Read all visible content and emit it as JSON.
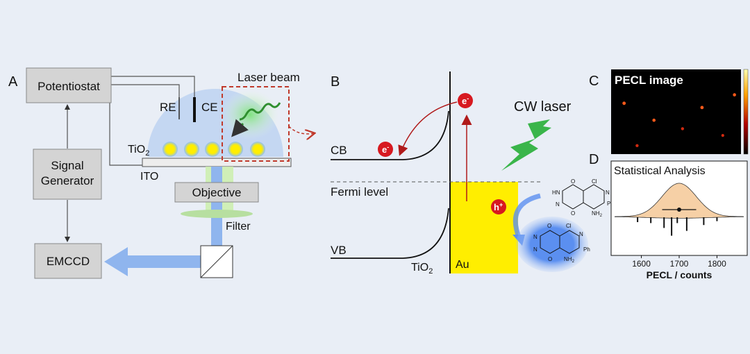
{
  "panels": {
    "a": {
      "letter": "A"
    },
    "b": {
      "letter": "B"
    },
    "c": {
      "letter": "C",
      "title": "PECL image"
    },
    "d": {
      "letter": "D",
      "title": "Statistical Analysis"
    }
  },
  "setup": {
    "potentiostat": "Potentiostat",
    "signal_generator": [
      "Signal",
      "Generator"
    ],
    "emccd": "EMCCD",
    "re": "RE",
    "ce": "CE",
    "laser_beam": "Laser beam",
    "tio2": "TiO",
    "tio2_sub": "2",
    "ito": "ITO",
    "objective": "Objective",
    "filter": "Filter"
  },
  "band": {
    "cb": "CB",
    "vb": "VB",
    "fermi": "Fermi level",
    "tio2": "TiO",
    "tio2_sub": "2",
    "au": "Au",
    "cw_laser": "CW laser",
    "electron": "e",
    "electron_sup": "-",
    "hole": "h",
    "hole_sup": "+"
  },
  "molecules": {
    "top": {
      "atoms": [
        "O",
        "Cl",
        "HN",
        "N",
        "N",
        "Ph",
        "O",
        "NH",
        "2"
      ]
    },
    "bottom": {
      "atoms": [
        "O",
        "Cl",
        "N",
        "N",
        "N",
        "Ph",
        "O",
        "NH",
        "2"
      ]
    }
  },
  "colors": {
    "electron": "#d71920",
    "gold": "#ffee00",
    "laser_green": "#3ab54a",
    "optics_blue": "#8fb5ee",
    "distribution_fill": "#f6d0a6"
  },
  "chart_data": [
    {
      "type": "heatmap",
      "title": "PECL image",
      "spots": [
        {
          "x": 0.1,
          "y": 0.4,
          "v": 0.9
        },
        {
          "x": 0.2,
          "y": 0.9,
          "v": 0.7
        },
        {
          "x": 0.33,
          "y": 0.6,
          "v": 0.8
        },
        {
          "x": 0.55,
          "y": 0.7,
          "v": 0.7
        },
        {
          "x": 0.7,
          "y": 0.45,
          "v": 0.9
        },
        {
          "x": 0.86,
          "y": 0.78,
          "v": 0.6
        },
        {
          "x": 0.95,
          "y": 0.3,
          "v": 0.8
        }
      ]
    },
    {
      "type": "area",
      "title": "Statistical Analysis",
      "xlabel": "PECL / counts",
      "xlim": [
        1520,
        1880
      ],
      "xticks": [
        1600,
        1700,
        1800
      ],
      "mean": 1700,
      "std": 45,
      "stick_values": [
        1590,
        1625,
        1660,
        1680,
        1695,
        1720,
        1765,
        1800
      ],
      "stick_heights": [
        0.25,
        0.3,
        0.55,
        0.95,
        0.3,
        0.7,
        0.4,
        0.2
      ]
    }
  ]
}
